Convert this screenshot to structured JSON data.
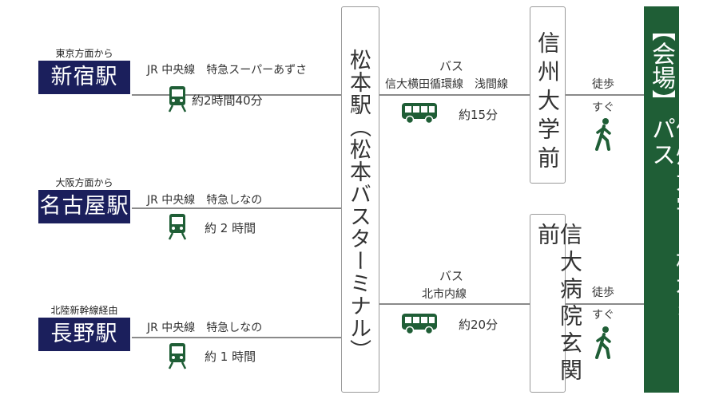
{
  "origins": [
    {
      "caption": "東京方面から",
      "station": "新宿駅",
      "route": "JR 中央線　特急スーパーあずさ",
      "duration": "約2時間40分"
    },
    {
      "caption": "大阪方面から",
      "station": "名古屋駅",
      "route": "JR 中央線　特急しなの",
      "duration": "約 2 時間"
    },
    {
      "caption": "北陸新幹線経由",
      "station": "長野駅",
      "route": "JR 中央線　特急しなの",
      "duration": "約 1 時間"
    }
  ],
  "hub": {
    "name": "松本駅（松本バスターミナル）"
  },
  "bus_routes": [
    {
      "line1": "バス",
      "line2": "信大横田循環線　浅間線",
      "duration": "約15分"
    },
    {
      "line1": "バス",
      "line2": "北市内線",
      "duration": "約20分"
    }
  ],
  "stops": [
    {
      "name": "信州大学前"
    },
    {
      "name": "信大病院玄関前"
    }
  ],
  "walks": [
    {
      "line1": "徒歩",
      "line2": "すぐ"
    },
    {
      "line1": "徒歩",
      "line2": "すぐ"
    }
  ],
  "venue": {
    "label": "【会場】",
    "name": "信州大学 松本キャンパス"
  },
  "colors": {
    "origin_bg": "#1b1f5c",
    "venue_bg": "#1f5e36",
    "icon": "#1f5e36",
    "line": "#8a8a8a"
  },
  "icons": [
    "train-icon",
    "bus-icon",
    "walk-icon"
  ]
}
